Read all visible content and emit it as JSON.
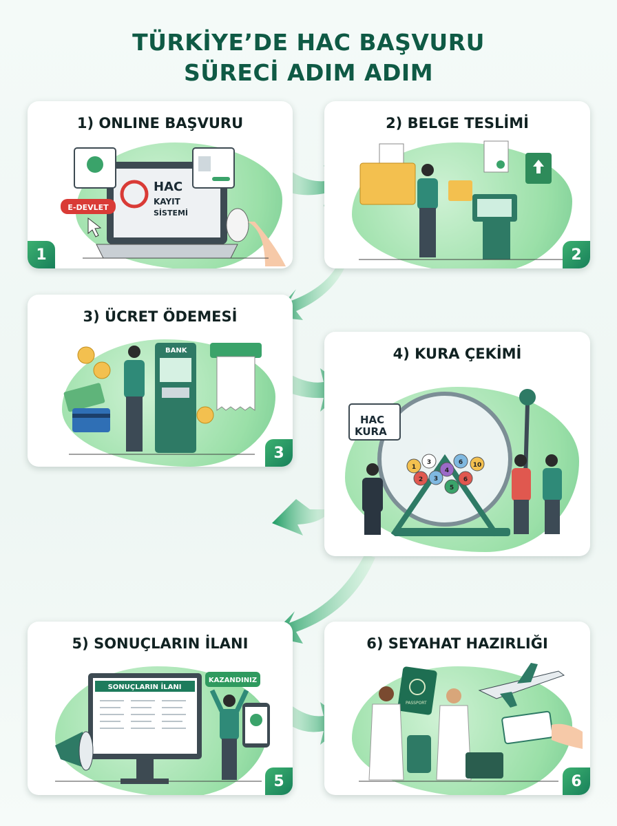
{
  "title": {
    "line1": "TÜRKİYE’DE HAC BAŞVURU",
    "line2": "SÜRECİ ADIM ADIM"
  },
  "colors": {
    "primary": "#0f5a45",
    "accent": "#2fa866",
    "light": "#8fdc9e",
    "folder": "#f3c04f",
    "alert": "#d93b36"
  },
  "steps": [
    {
      "number": "1",
      "title": "1) ONLINE BAŞVURU",
      "labels": {
        "edevlet": "E-DEVLET",
        "hac": "HAC",
        "kayit": "KAYIT",
        "sistemi": "SİSTEMİ"
      },
      "icons": [
        "laptop-icon",
        "mouse-icon",
        "profile-window-icon",
        "cursor-icon"
      ]
    },
    {
      "number": "2",
      "title": "2) BELGE TESLİMİ",
      "icons": [
        "folder-icon",
        "document-icon",
        "upload-icon",
        "kiosk-icon"
      ]
    },
    {
      "number": "3",
      "title": "3) ÜCRET ÖDEMESİ",
      "labels": {
        "bank": "BANK"
      },
      "icons": [
        "coin-icon",
        "cash-icon",
        "credit-card-icon",
        "atm-icon",
        "receipt-icon"
      ]
    },
    {
      "number": "4",
      "title": "4) KURA ÇEKİMİ",
      "labels": {
        "hac": "HAC",
        "kura": "KURA"
      },
      "balls": [
        "1",
        "3",
        "2",
        "3",
        "4",
        "6",
        "10",
        "6",
        "5"
      ],
      "icons": [
        "lottery-drum-icon",
        "sign-icon"
      ]
    },
    {
      "number": "5",
      "title": "5) SONUÇLARIN İLANI",
      "labels": {
        "board": "SONUÇLARIN İLANI",
        "winner": "KAZANDINIZ"
      },
      "icons": [
        "monitor-icon",
        "megaphone-icon",
        "phone-check-icon"
      ]
    },
    {
      "number": "6",
      "title": "6) SEYAHAT HAZIRLIĞI",
      "labels": {
        "passport": "PASSPORT"
      },
      "icons": [
        "passport-icon",
        "airplane-icon",
        "suitcase-icon",
        "ticket-icon"
      ]
    }
  ]
}
